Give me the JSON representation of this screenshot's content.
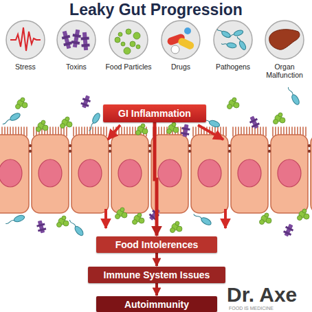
{
  "diagram": {
    "title": "Leaky Gut Progression",
    "nodes": [
      {
        "text": [
          "Stress"
        ]
      },
      {
        "text": [
          "Toxins"
        ]
      },
      {
        "text": [
          "Food Particles"
        ]
      },
      {
        "text": [
          "Drugs"
        ]
      },
      {
        "text": [
          "Pathogens"
        ]
      },
      {
        "text": [
          "Organ Malfunction"
        ]
      },
      {
        "text": [
          "GI Inflammation"
        ]
      },
      {
        "text": [
          "Food Intolerences"
        ]
      },
      {
        "text": [
          "Immune System Issues"
        ]
      },
      {
        "text": [
          "Autoimmunity"
        ]
      }
    ],
    "edges": [
      {
        "from": 6,
        "to": 7,
        "arrow": "to"
      },
      {
        "from": 7,
        "to": 8,
        "arrow": "to"
      },
      {
        "from": 8,
        "to": 9,
        "arrow": "to"
      }
    ],
    "labels": [
      "Dr. Axe",
      "FOOD IS MEDICINE"
    ]
  }
}
